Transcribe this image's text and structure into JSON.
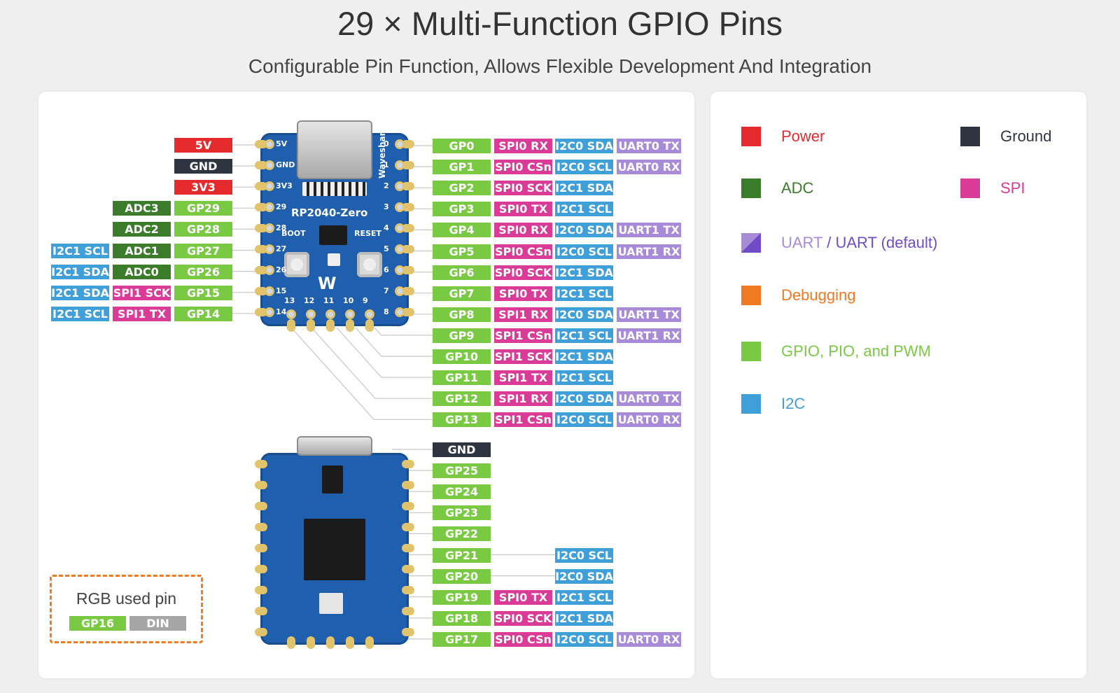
{
  "title": "29 × Multi-Function GPIO Pins",
  "subtitle": "Configurable Pin Function, Allows Flexible Development And Integration",
  "left_labels": [
    [
      "5V"
    ],
    [
      "GND"
    ],
    [
      "3V3"
    ],
    [
      "ADC3",
      "GP29"
    ],
    [
      "ADC2",
      "GP28"
    ],
    [
      "I2C1 SCL",
      "ADC1",
      "GP27"
    ],
    [
      "I2C1 SDA",
      "ADC0",
      "GP26"
    ],
    [
      "I2C1 SDA",
      "SPI1 SCK",
      "GP15"
    ],
    [
      "I2C1 SCL",
      "SPI1 TX",
      "GP14"
    ]
  ],
  "right_labels": [
    [
      "GP0",
      "SPI0 RX",
      "I2C0 SDA",
      "UART0 TX"
    ],
    [
      "GP1",
      "SPI0 CSn",
      "I2C0 SCL",
      "UART0 RX"
    ],
    [
      "GP2",
      "SPI0 SCK",
      "I2C1 SDA"
    ],
    [
      "GP3",
      "SPI0 TX",
      "I2C1 SCL"
    ],
    [
      "GP4",
      "SPI0 RX",
      "I2C0 SDA",
      "UART1 TX"
    ],
    [
      "GP5",
      "SPI0 CSn",
      "I2C0 SCL",
      "UART1 RX"
    ],
    [
      "GP6",
      "SPI0 SCK",
      "I2C1 SDA"
    ],
    [
      "GP7",
      "SPI0 TX",
      "I2C1 SCL"
    ],
    [
      "GP8",
      "SPI1 RX",
      "I2C0 SDA",
      "UART1 TX"
    ],
    [
      "GP9",
      "SPI1 CSn",
      "I2C1 SCL",
      "UART1 RX"
    ],
    [
      "GP10",
      "SPI1 SCK",
      "I2C1 SDA"
    ],
    [
      "GP11",
      "SPI1 TX",
      "I2C1 SCL"
    ],
    [
      "GP12",
      "SPI1 RX",
      "I2C0 SDA",
      "UART0 TX"
    ],
    [
      "GP13",
      "SPI1 CSn",
      "I2C0 SCL",
      "UART0 RX"
    ]
  ],
  "bottom_labels": [
    [
      "GND"
    ],
    [
      "GP25"
    ],
    [
      "GP24"
    ],
    [
      "GP23"
    ],
    [
      "GP22"
    ],
    [
      "GP21",
      "",
      "I2C0 SCL"
    ],
    [
      "GP20",
      "",
      "I2C0 SDA"
    ],
    [
      "GP19",
      "SPI0 TX",
      "I2C1 SCL"
    ],
    [
      "GP18",
      "SPI0 SCK",
      "I2C1 SDA"
    ],
    [
      "GP17",
      "SPI0 CSn",
      "I2C0 SCL",
      "UART0 RX"
    ]
  ],
  "rgb": {
    "title": "RGB used pin",
    "pin": "GP16",
    "signal": "DIN"
  },
  "board": {
    "name": "RP2040-Zero",
    "brand": "Waveshare",
    "boot": "BOOT",
    "reset": "RESET",
    "left_silk": [
      "5V",
      "GND",
      "3V3",
      "29",
      "28",
      "27",
      "26",
      "15",
      "14"
    ],
    "right_silk": [
      "0",
      "1",
      "2",
      "3",
      "4",
      "5",
      "6",
      "7",
      "8"
    ],
    "bottom_silk": [
      "13",
      "12",
      "11",
      "10",
      "9"
    ]
  },
  "legend": [
    {
      "label": "Power",
      "color": "#e52a2d"
    },
    {
      "label": "Ground",
      "color": "#2f3441"
    },
    {
      "label": "ADC",
      "color": "#3b7c2b"
    },
    {
      "label": "SPI",
      "color": "#d93b97"
    },
    {
      "label": "UART",
      "sep": " / ",
      "label2": "UART (default)",
      "color": "#a78ad8",
      "color2": "#6f4cc6"
    },
    {
      "label": "Debugging",
      "color": "#ef7a22"
    },
    {
      "label": "GPIO, PIO, and PWM",
      "color": "#7ac943"
    },
    {
      "label": "I2C",
      "color": "#3f9fd9"
    }
  ]
}
